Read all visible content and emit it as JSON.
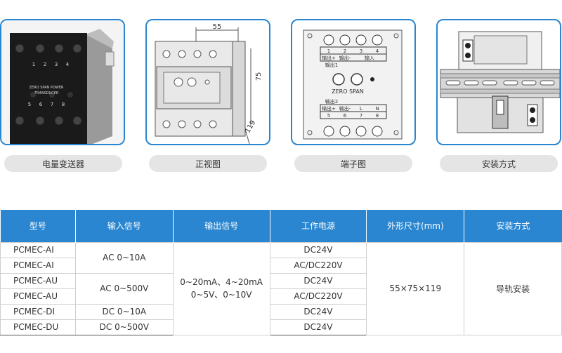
{
  "cards": [
    {
      "caption": "电量变送器",
      "device_labels": [
        "ZERO SPAN POWER",
        "TRANSDUCER"
      ],
      "terminals_top": [
        "1",
        "2",
        "3",
        "4"
      ],
      "terminals_bottom": [
        "5",
        "6",
        "7",
        "8"
      ]
    },
    {
      "caption": "正视图",
      "dim_width": "55",
      "dim_height": "75",
      "dim_depth": "119"
    },
    {
      "caption": "端子图",
      "top_labels": [
        "1",
        "2",
        "3",
        "4"
      ],
      "top_signals": [
        "输出+",
        "输出-",
        "输入"
      ],
      "top_group": "输出1",
      "zero_span": "ZERO SPAN",
      "bottom_group": "输出2",
      "bottom_signals": [
        "输出+",
        "输出-",
        "L",
        "N"
      ],
      "bottom_labels": [
        "5",
        "6",
        "7",
        "8"
      ]
    },
    {
      "caption": "安装方式"
    }
  ],
  "table": {
    "headers": [
      "型号",
      "输入信号",
      "输出信号",
      "工作电源",
      "外形尺寸(mm)",
      "安装方式"
    ],
    "models": [
      "PCMEC-AI",
      "PCMEC-AI",
      "PCMEC-AU",
      "PCMEC-AU",
      "PCMEC-DI",
      "PCMEC-DU"
    ],
    "inputs": [
      "AC 0~10A",
      "AC 0~500V",
      "DC 0~10A",
      "DC 0~500V"
    ],
    "output_line1": "0~20mA、4~20mA",
    "output_line2": "0~5V、0~10V",
    "power": [
      "DC24V",
      "AC/DC220V",
      "DC24V",
      "AC/DC220V",
      "DC24V",
      "DC24V"
    ],
    "dimensions": "55×75×119",
    "mounting": "导轨安装"
  }
}
